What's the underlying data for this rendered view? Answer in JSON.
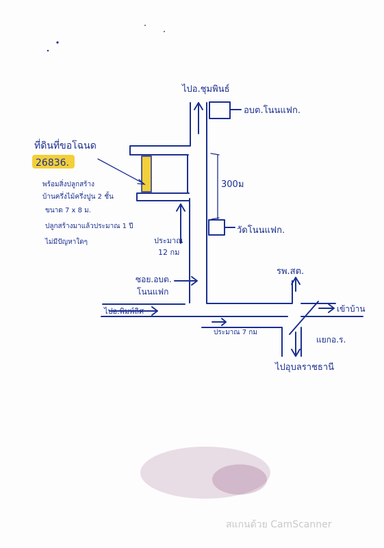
{
  "map": {
    "labels": {
      "north_destination": "ไปอ.ชุมพินธ์",
      "tambon_office_top": "อบต.โนนแฟก.",
      "distance_300": "300ม",
      "temple": "วัดโนนแฟก.",
      "rural_hospital": "รพ.สต.",
      "clinic": "ร.พ.สต.",
      "entrance": "เข้าบ้าน",
      "west_destination": "ไปอ.พิมพ์ลิศ",
      "intersection": "แยกอ.ร.",
      "south_destination": "ไปอุบลราชธานี",
      "distance_12km": "ประมาณ\n12 กม",
      "alley_tambon": "ซอย.อบต.\nโนนแฟก",
      "distance_7km": "ประมาณ 7 กม"
    },
    "site_note": {
      "title": "ที่ดินที่ขอโฉนด",
      "parcel_number": "26836.",
      "details": [
        "พร้อมสิ่งปลูกสร้าง",
        "บ้านครึ่งไม้ครึ่งปูน 2 ชั้น",
        "ขนาด 7 x 8 ม.",
        "ปลูกสร้างมาแล้วประมาณ 1 ปี",
        "ไม่มีปัญหาใดๆ"
      ]
    }
  },
  "footer": {
    "watermark": "สแกนด้วย CamScanner"
  },
  "colors": {
    "ink": "#1b2f8f",
    "highlight": "#f3cf3a",
    "stain": "#8b4a7c"
  }
}
